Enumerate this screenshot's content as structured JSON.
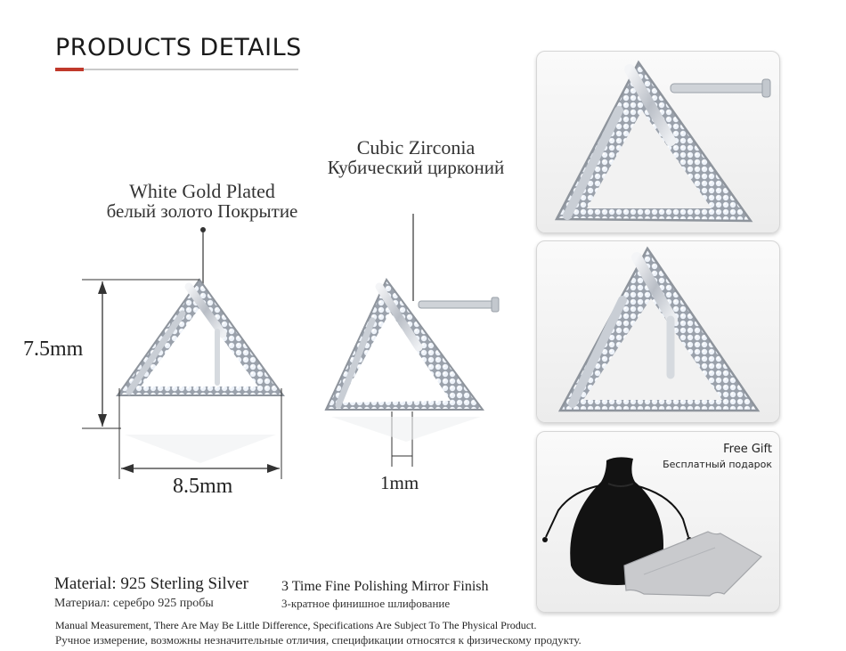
{
  "header": {
    "title": "PRODUCTS DETAILS"
  },
  "callouts": {
    "plating": {
      "en": "White Gold Plated",
      "ru": "белый золото Покрытие"
    },
    "stone": {
      "en": "Cubic Zirconia",
      "ru": "Кубический цирконий"
    }
  },
  "dimensions": {
    "height": "7.5mm",
    "width": "8.5mm",
    "band": "1mm"
  },
  "gift": {
    "en": "Free Gift",
    "ru": "Бесплатный подарок"
  },
  "material": {
    "en": "Material: 925 Sterling Silver",
    "ru": "Материал: серебро 925 пробы",
    "finish_en": "3 Time Fine Polishing Mirror Finish",
    "finish_ru": "3-кратное финишное шлифование"
  },
  "footnote": {
    "en": "Manual Measurement, There Are May Be Little Difference, Specifications Are Subject To The Physical Product.",
    "ru": "Ручное измерение, возможны незначительные отличия, спецификации относятся к физическому продукту."
  },
  "colors": {
    "accent": "#c0392b",
    "silver": "#c8ccd2",
    "pouch": "#111111"
  }
}
